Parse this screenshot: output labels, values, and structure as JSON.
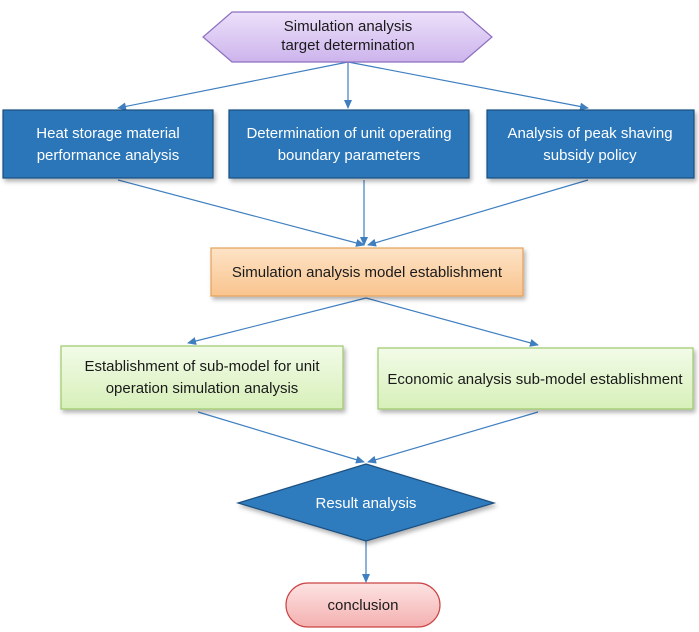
{
  "nodes": {
    "target": {
      "line1": "Simulation analysis",
      "line2": "target determination"
    },
    "heat_storage": {
      "line1": "Heat storage material",
      "line2": "performance analysis"
    },
    "boundary": {
      "line1": "Determination of unit operating",
      "line2": "boundary parameters"
    },
    "subsidy": {
      "line1": "Analysis of peak shaving",
      "line2": "subsidy policy"
    },
    "model": {
      "line1": "Simulation analysis model establishment"
    },
    "unit_sub": {
      "line1": "Establishment of sub-model for unit",
      "line2": "operation simulation analysis"
    },
    "econ_sub": {
      "line1": "Economic analysis sub-model establishment"
    },
    "result": {
      "line1": "Result analysis"
    },
    "conclusion": {
      "line1": "conclusion"
    }
  },
  "colors": {
    "hexagon_fill": "#d9c6f0",
    "hexagon_stroke": "#8c6fbf",
    "blue_box_fill": "#2a76b8",
    "blue_box_stroke": "#1b4f80",
    "orange_box_fill": "#fbd3a6",
    "orange_box_stroke": "#e3a15a",
    "green_box_fill": "#e4f6cf",
    "green_box_stroke": "#9cc96b",
    "diamond_fill": "#2e7bbd",
    "terminator_fill": "#f8c8c8",
    "terminator_stroke": "#cc4444",
    "arrow": "#3f7fc0"
  }
}
